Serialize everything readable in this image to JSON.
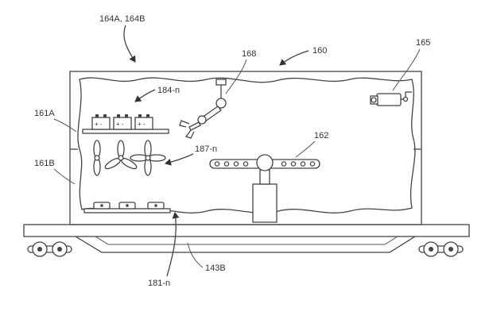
{
  "diagram": {
    "labels": {
      "enclosure_group": "164A, 164B",
      "container": "160",
      "robot_arm": "168",
      "camera": "165",
      "battery_shelf": "184-n",
      "upper_wall": "161A",
      "lower_wall": "161B",
      "fans": "187-n",
      "conveyor": "162",
      "floor_devices": "181-n",
      "railcar_deck": "143B"
    },
    "battery_symbol": "+ -"
  }
}
